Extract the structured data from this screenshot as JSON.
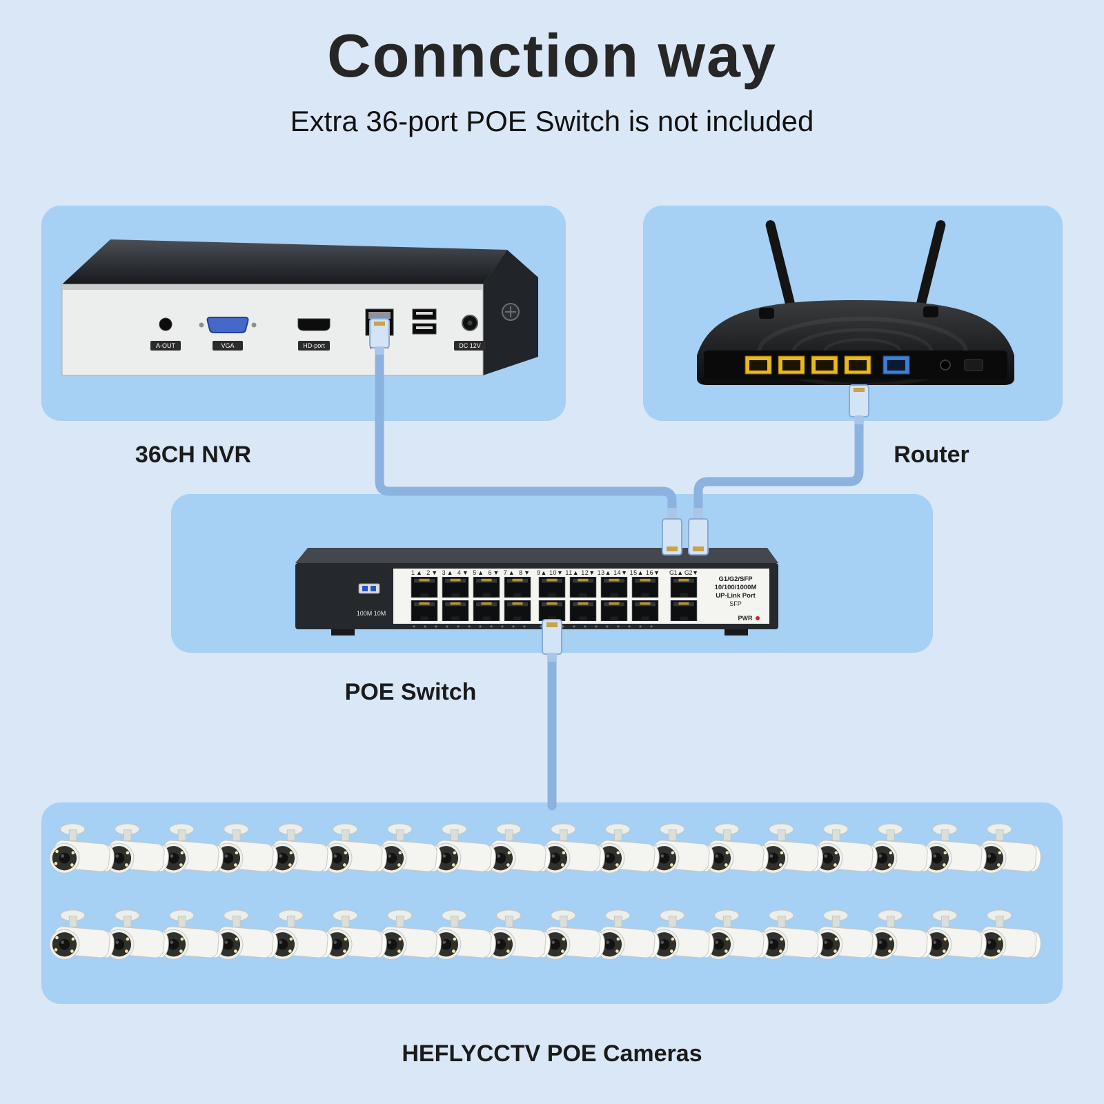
{
  "title": "Connction way",
  "subtitle": "Extra 36-port POE Switch is not included",
  "devices": {
    "nvr": {
      "label": "36CH NVR",
      "port_labels": {
        "a_out": "A-OUT",
        "vga": "VGA",
        "hdmi": "HD-port",
        "dc": "DC 12V"
      }
    },
    "router": {
      "label": "Router"
    },
    "poe_switch": {
      "label": "POE Switch",
      "port_numbers_group1": "1▲ 2▼ 3▲ 4▼ 5▲ 6▼ 7▲ 8▼",
      "port_numbers_group2": "9▲ 10▼ 11▲ 12▼ 13▲ 14▼ 15▲ 16▼",
      "uplink_port_numbers": "G1▲ G2▼",
      "uplink_info_lines": [
        "G1/G2/SFP",
        "10/100/1000M",
        "UP-Link Port",
        "SFP"
      ],
      "pwr_label": "PWR",
      "speed_label": "100M 10M"
    },
    "cameras": {
      "label": "HEFLYCCTV POE Cameras",
      "rows": 2,
      "per_row": 18
    }
  },
  "colors": {
    "background": "#d9e7f7",
    "panel": "#a6d0f4",
    "cable": "#8cb2df"
  }
}
